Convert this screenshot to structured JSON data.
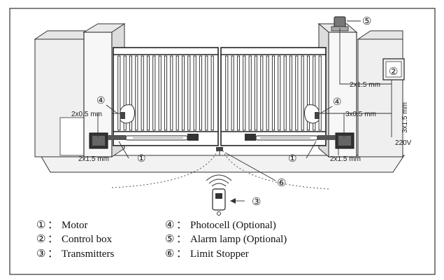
{
  "wires": {
    "photocell_left": "2x0.5 mm",
    "photocell_right": "3x0.5 mm",
    "motor_left": "2x1.5 mm",
    "motor_right": "2x1.5 mm",
    "control_box_top": "2x1.5 mm",
    "power_vertical": "3x1.5 mm",
    "voltage": "220V"
  },
  "callouts": {
    "motor_left": "①",
    "motor_right": "①",
    "control_box": "②",
    "transmitter": "③",
    "photocell_left": "④",
    "photocell_right": "④",
    "alarm_lamp": "⑤",
    "limit_stopper": "⑥"
  },
  "legend": [
    {
      "num": "①",
      "label": "Motor"
    },
    {
      "num": "②",
      "label": "Control box"
    },
    {
      "num": "③",
      "label": "Transmitters"
    },
    {
      "num": "④",
      "label": "Photocell (Optional)"
    },
    {
      "num": "⑤",
      "label": "Alarm lamp (Optional)"
    },
    {
      "num": "⑥",
      "label": "Limit Stopper"
    }
  ],
  "legend_separator": "："
}
